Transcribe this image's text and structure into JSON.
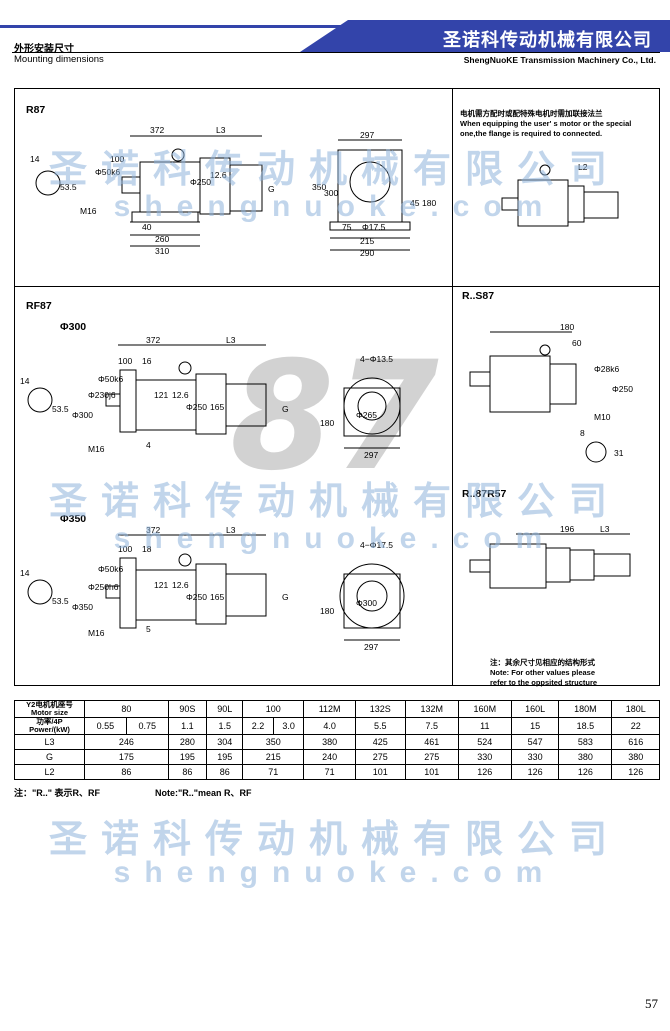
{
  "header": {
    "section_cn": "外形安装尺寸",
    "section_en": "Mounting dimensions",
    "company_cn": "圣诺科传动机械有限公司",
    "company_en": "ShengNuoKE Transmission Machinery Co., Ltd."
  },
  "watermark": {
    "cn": "圣诺科传动机械有限公司",
    "en": "shengnuoke.com"
  },
  "sections": {
    "r87": "R87",
    "rf87": "RF87",
    "phi300": "Φ300",
    "phi350": "Φ350",
    "rs87": "R..S87",
    "r87r57": "R..87R57",
    "big_number": "87"
  },
  "flange_note": {
    "cn": "电机需方配时或配特殊电机时需加联接法兰",
    "en1": "When equipping the user' s motor or the special",
    "en2": "one,the flange is required to connected."
  },
  "structure_note": {
    "cn": "注：其余尺寸见相应的结构形式",
    "en1": "Note: For other values please",
    "en2": "refer to the oppsited structure"
  },
  "dims": {
    "r87": {
      "d372": "372",
      "dL3": "L3",
      "d297": "297",
      "d100": "100",
      "d50k6": "Φ50k6",
      "d250": "Φ250",
      "d126": "12.6",
      "dG": "G",
      "d14": "14",
      "d535": "53.5",
      "dM16": "M16",
      "d40": "40",
      "d260": "260",
      "d310": "310",
      "d350": "350",
      "d300": "300",
      "d45": "45",
      "d180": "180",
      "d75": "75",
      "d175": "Φ17.5",
      "d215": "215",
      "d290": "290",
      "dL2": "L2"
    },
    "rf87a": {
      "d372": "372",
      "dL3": "L3",
      "d100": "100",
      "d16": "16",
      "d14": "14",
      "d535": "53.5",
      "d300": "Φ300",
      "d230": "Φ230j6",
      "d50": "Φ50k6",
      "d121": "121",
      "d126": "12.6",
      "d250": "Φ250",
      "d165": "165",
      "dG": "G",
      "dM16": "M16",
      "d4": "4",
      "d4135": "4−Φ13.5",
      "d265": "Φ265",
      "d180": "180",
      "d297": "297"
    },
    "rf87b": {
      "d372": "372",
      "dL3": "L3",
      "d100": "100",
      "d18": "18",
      "d14": "14",
      "d535": "53.5",
      "d350": "Φ350",
      "d250h6": "Φ250h6",
      "d50": "Φ50k6",
      "d121": "121",
      "d126": "12.6",
      "d250": "Φ250",
      "d165": "165",
      "dG": "G",
      "dM16": "M16",
      "d5": "5",
      "d4175": "4−Φ17.5",
      "d300": "Φ300",
      "d180": "180",
      "d297": "297"
    },
    "rs87": {
      "d180": "180",
      "d60": "60",
      "d28": "Φ28k6",
      "d250": "Φ250",
      "dM10": "M10",
      "d8": "8",
      "d31": "31"
    },
    "r8757": {
      "d196": "196",
      "dL3": "L3"
    }
  },
  "table": {
    "head_motor_cn": "Y2电机机座号",
    "head_motor_en": "Motor size",
    "head_power_cn": "功率/4P",
    "head_power_en": "Power/(kW)",
    "motor_sizes": [
      "80",
      "90S",
      "90L",
      "100",
      "112M",
      "132S",
      "132M",
      "160M",
      "160L",
      "180M",
      "180L"
    ],
    "powers": [
      "0.55",
      "0.75",
      "1.1",
      "1.5",
      "2.2",
      "3.0",
      "4.0",
      "5.5",
      "7.5",
      "11",
      "15",
      "18.5",
      "22"
    ],
    "rows": [
      {
        "label": "L3",
        "values": [
          "246",
          "280",
          "304",
          "350",
          "380",
          "425",
          "461",
          "524",
          "547",
          "583",
          "616"
        ]
      },
      {
        "label": "G",
        "values": [
          "175",
          "195",
          "195",
          "215",
          "240",
          "275",
          "275",
          "330",
          "330",
          "380",
          "380"
        ]
      },
      {
        "label": "L2",
        "values": [
          "86",
          "86",
          "86",
          "71",
          "71",
          "101",
          "101",
          "126",
          "126",
          "126",
          "126"
        ]
      }
    ]
  },
  "footnote": {
    "cn": "注：\"R..\" 表示R、RF",
    "en": "Note:\"R..\"mean R、RF"
  },
  "page_number": "57",
  "colors": {
    "accent": "#3344aa",
    "watermark": "#8fb4dc"
  }
}
